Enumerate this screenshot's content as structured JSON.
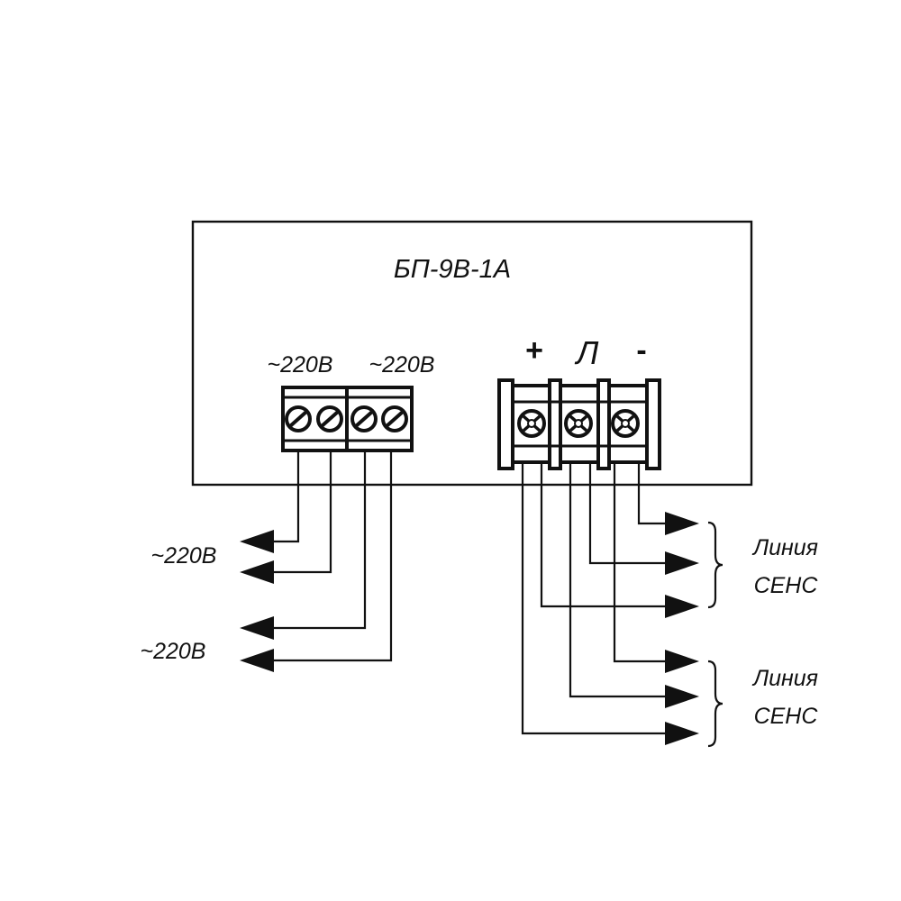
{
  "device": {
    "model": "БП-9В-1А"
  },
  "mains_block": {
    "labels": [
      "~220В",
      "~220В"
    ]
  },
  "output_block": {
    "terminals": [
      "+",
      "Л",
      "-"
    ]
  },
  "left_outputs": [
    {
      "label": "~220В"
    },
    {
      "label": "~220В"
    }
  ],
  "right_groups": [
    {
      "line1": "Линия",
      "line2": "СЕНС"
    },
    {
      "line1": "Линия",
      "line2": "СЕНС"
    }
  ],
  "colors": {
    "stroke": "#111111",
    "background": "#ffffff"
  }
}
